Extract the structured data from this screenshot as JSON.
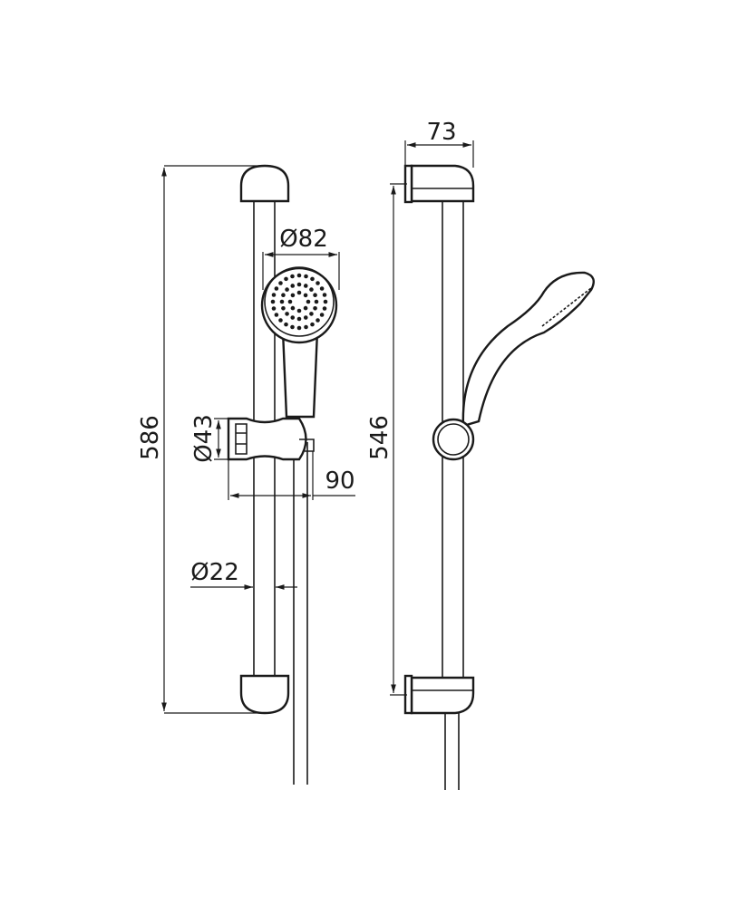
{
  "dimensions": {
    "total_height": "586",
    "rail_centers": "546",
    "head_diameter": "Ø82",
    "holder_diameter": "Ø43",
    "projection": "90",
    "rail_diameter": "Ø22",
    "depth": "73"
  },
  "colors": {
    "line": "#1a1a1a",
    "background": "#ffffff"
  }
}
